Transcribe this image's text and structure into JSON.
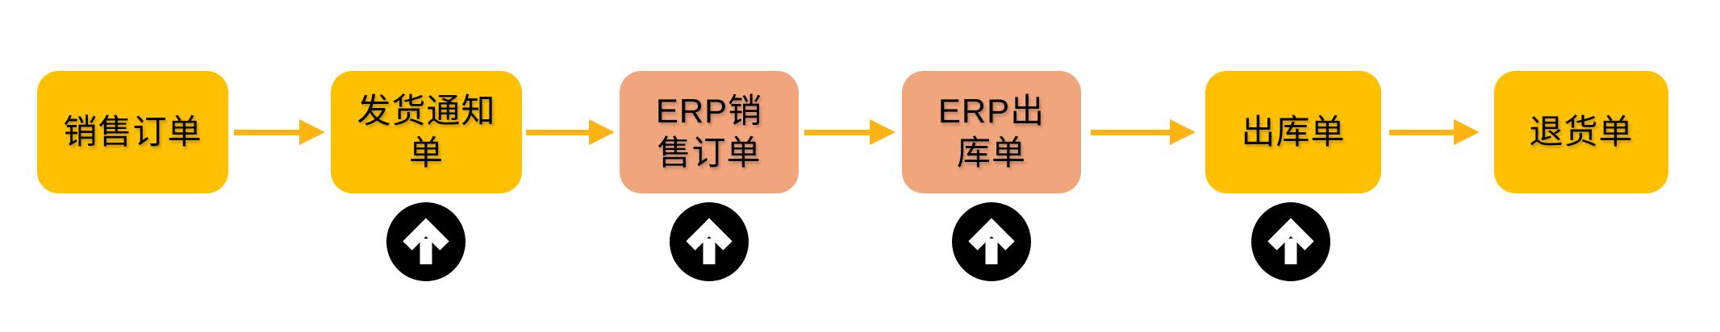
{
  "diagram": {
    "type": "flowchart",
    "nodes": [
      {
        "id": "sales-order",
        "label": "销售订单",
        "variant": "gold",
        "upload_indicator": false
      },
      {
        "id": "shipping-notice",
        "label": "发货通知\n单",
        "variant": "gold",
        "upload_indicator": true
      },
      {
        "id": "erp-sales-order",
        "label": "ERP销\n售订单",
        "variant": "salmon",
        "upload_indicator": true
      },
      {
        "id": "erp-outbound-order",
        "label": "ERP出\n库单",
        "variant": "salmon",
        "upload_indicator": true
      },
      {
        "id": "outbound-order",
        "label": "出库单",
        "variant": "gold",
        "upload_indicator": true
      },
      {
        "id": "return-order",
        "label": "退货单",
        "variant": "gold",
        "upload_indicator": false
      }
    ],
    "connections": [
      {
        "from": "sales-order",
        "to": "shipping-notice"
      },
      {
        "from": "shipping-notice",
        "to": "erp-sales-order"
      },
      {
        "from": "erp-sales-order",
        "to": "erp-outbound-order"
      },
      {
        "from": "erp-outbound-order",
        "to": "outbound-order"
      },
      {
        "from": "outbound-order",
        "to": "return-order"
      }
    ],
    "icon_name": "circle-up-arrow-icon"
  },
  "colors": {
    "gold": "#FFC000",
    "salmon": "#F0A57C",
    "connector": "#FFB414",
    "icon_bg": "#000000",
    "icon_fg": "#FFFFFF",
    "text": "#000000",
    "background": "#FFFFFF"
  }
}
